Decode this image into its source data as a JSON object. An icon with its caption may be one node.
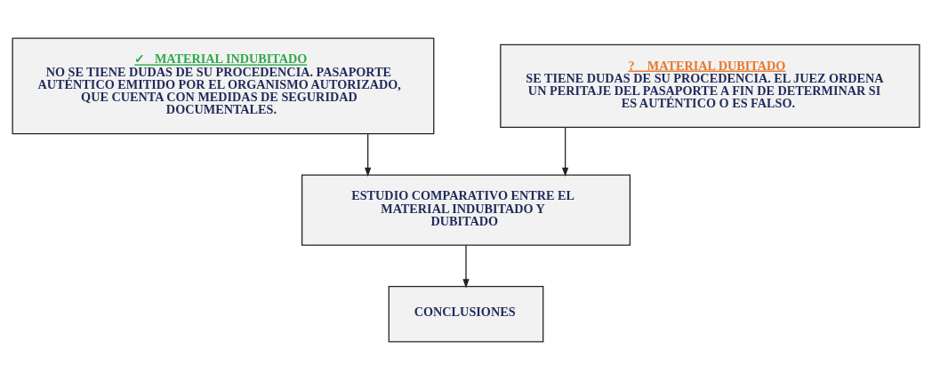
{
  "diagram": {
    "nodes": [
      {
        "text": [
          "✓   MATERIAL INDUBITADO",
          "NO SE TIENE DUDAS DE SU PROCEDENCIA. PASAPORTE AUTÉNTICO EMITIDO POR EL ORGANISMO AUTORIZADO, QUE CUENTA CON MEDIDAS DE SEGURIDAD DOCUMENTALES."
        ]
      },
      {
        "text": [
          "?    MATERIAL DUBITADO",
          "SE TIENE DUDAS DE SU PROCEDENCIA. EL JUEZ ORDENA UN PERITAJE DEL PASAPORTE A FIN DE DETERMINAR SI ES AUTÉNTICO O ES FALSO."
        ]
      },
      {
        "text": [
          "ESTUDIO COMPARATIVO ENTRE EL MATERIAL INDUBITADO Y DUBITADO"
        ]
      },
      {
        "text": [
          "CONCLUSIONES"
        ]
      }
    ],
    "edges": [
      {
        "from": 0,
        "to": 2,
        "arrow": "to"
      },
      {
        "from": 1,
        "to": 2,
        "arrow": "to"
      },
      {
        "from": 2,
        "to": 3,
        "arrow": "to"
      }
    ]
  }
}
